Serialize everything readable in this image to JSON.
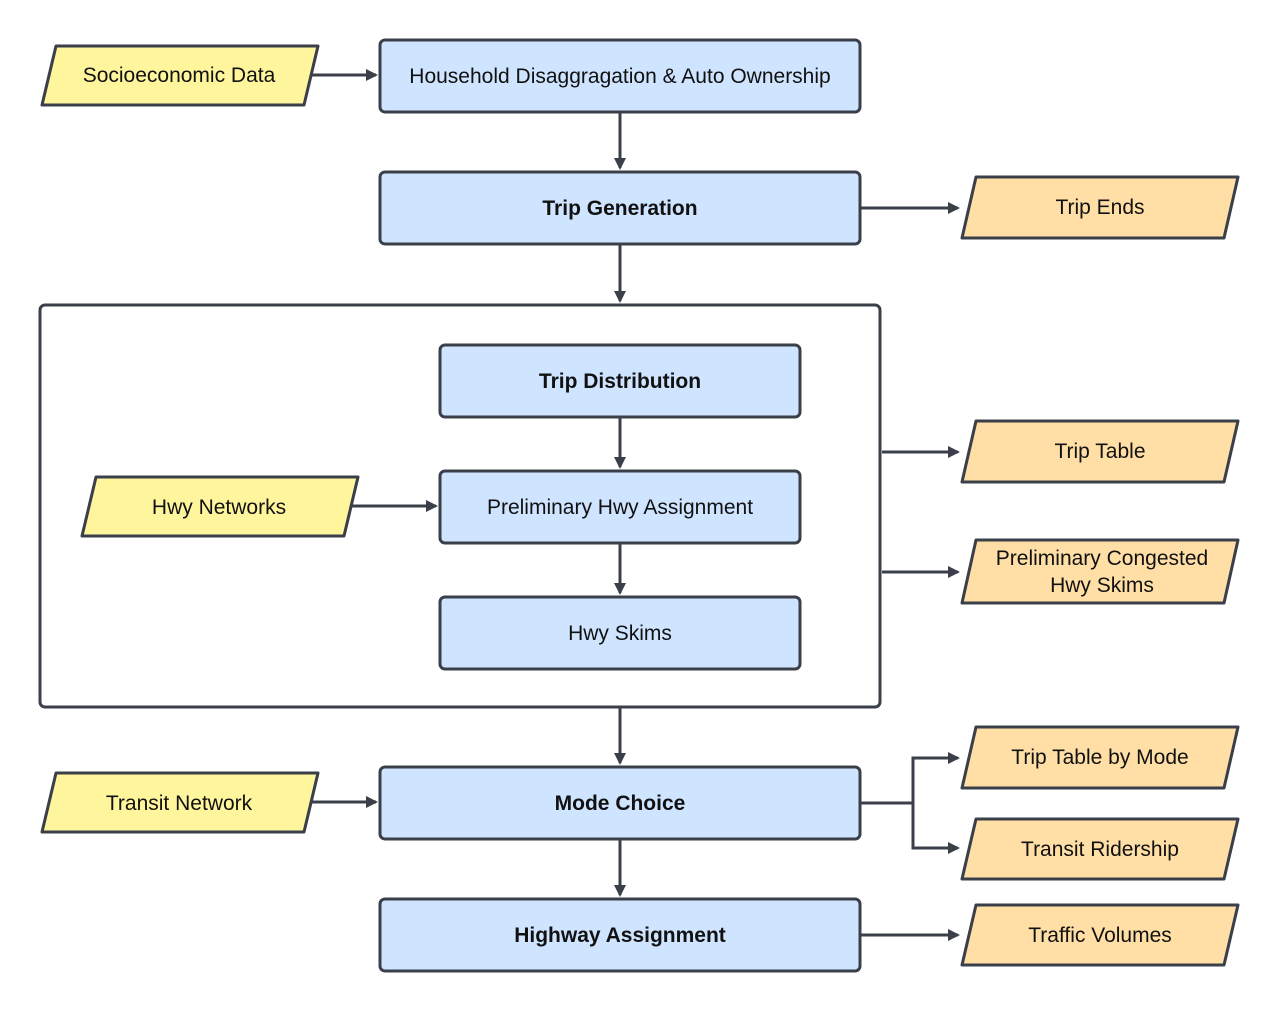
{
  "colors": {
    "process_fill": "#cfe4ff",
    "input_fill": "#fff59d",
    "output_fill": "#ffdfa6",
    "stroke": "#3a3f4a"
  },
  "inputs": {
    "socioeconomic": "Socioeconomic Data",
    "hwy_networks": "Hwy Networks",
    "transit_network": "Transit Network"
  },
  "processes": {
    "household": "Household Disaggragation & Auto Ownership",
    "trip_generation": "Trip Generation",
    "trip_distribution": "Trip Distribution",
    "preliminary_hwy_assignment": "Preliminary Hwy Assignment",
    "hwy_skims": "Hwy Skims",
    "mode_choice": "Mode Choice",
    "highway_assignment": "Highway Assignment"
  },
  "outputs": {
    "trip_ends": "Trip Ends",
    "trip_table": "Trip Table",
    "prelim_congested_skims": "Preliminary Congested\nHwy Skims",
    "trip_table_by_mode": "Trip Table by Mode",
    "transit_ridership": "Transit Ridership",
    "traffic_volumes": "Traffic Volumes"
  }
}
